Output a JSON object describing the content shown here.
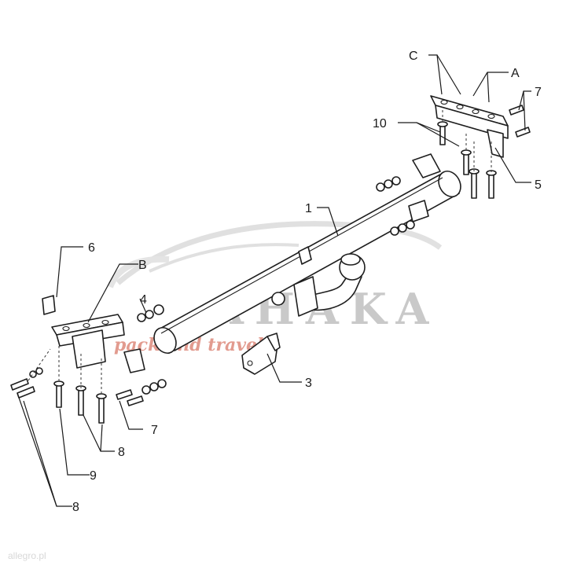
{
  "labels": {
    "part_1": "1",
    "part_3": "3",
    "part_4": "4",
    "part_5": "5",
    "part_6": "6",
    "part_7_top": "7",
    "part_7_bottom": "7",
    "part_8_mid": "8",
    "part_8_bottom": "8",
    "part_9": "9",
    "part_10": "10",
    "letter_a": "A",
    "letter_b": "B",
    "letter_c": "C"
  },
  "watermark": {
    "brand": "AHAKA",
    "tagline": "pack and travel"
  },
  "footer": {
    "source": "allegro.pl"
  }
}
